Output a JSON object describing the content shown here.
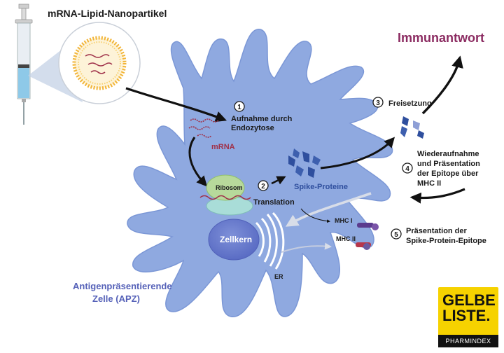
{
  "title": "mRNA-Lipid-Nanopartikel",
  "immune_response": "Immunantwort",
  "steps": [
    {
      "number": "1",
      "line1": "Aufnahme durch",
      "line2": "Endozytose"
    },
    {
      "number": "2"
    },
    {
      "number": "3",
      "line1": "Freisetzung"
    },
    {
      "number": "4",
      "line1": "Wiederaufnahme",
      "line2": "und Präsentation",
      "line3": "der Epitope über",
      "line4": "MHC II"
    },
    {
      "number": "5",
      "line1": "Präsentation der",
      "line2": "Spike-Protein-Epitope"
    }
  ],
  "labels": {
    "mrna": "mRNA",
    "ribosome": "Ribosom",
    "translation": "Translation",
    "spike_proteins": "Spike-Proteine",
    "mhc1": "MHC I",
    "mhc2": "MHC II",
    "nucleus": "Zellkern",
    "er": "ER",
    "cell_line1": "Antigenpräsentierende",
    "cell_line2": "Zelle (APZ)"
  },
  "logo": {
    "line1": "GELBE",
    "line2": "LISTE.",
    "line3": "PHARMINDEX"
  },
  "colors": {
    "cell": "#8fa9e0",
    "cell_edge": "#7b97d6",
    "nucleus": "#6c7fd0",
    "mrna": "#a0324a",
    "ribosome_top": "#b7d99b",
    "ribosome_bottom": "#a9ddd8",
    "spike": "#2f4f9e",
    "immune_text": "#8b2b61",
    "cell_text": "#5561b8",
    "logo_bg": "#f6d200"
  }
}
